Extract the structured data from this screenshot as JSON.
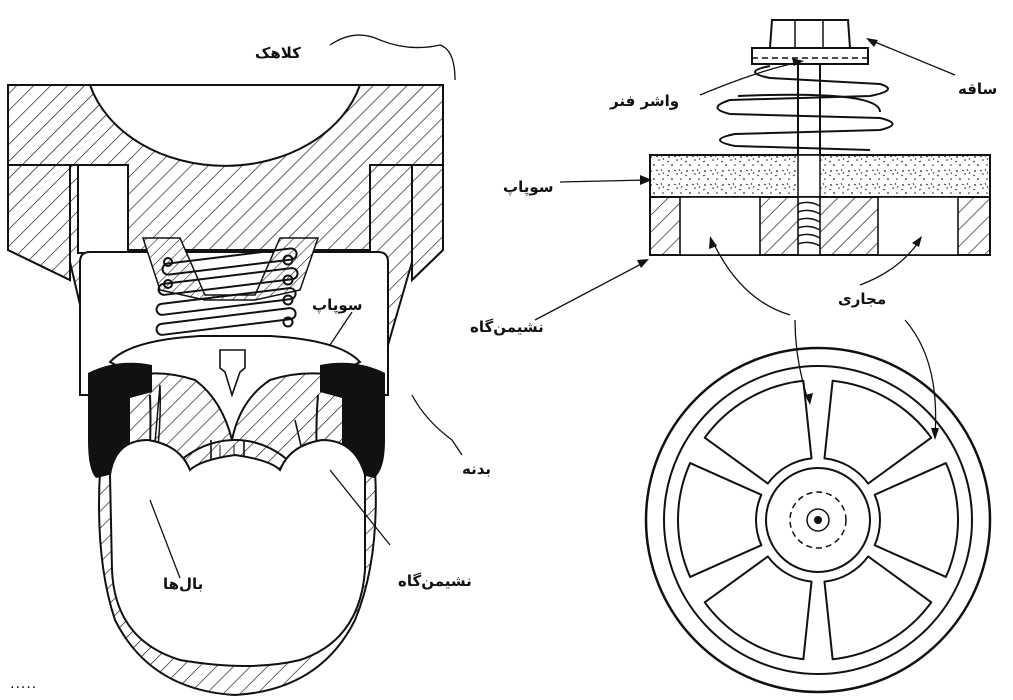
{
  "labels": {
    "cap": "کلاهک",
    "valve_left": "سوپاپ",
    "body": "بدنه",
    "wings": "بال‌ها",
    "seat_left": "نشیمن‌گاه",
    "stem": "ساقه",
    "spring_washer": "واشر فنر",
    "valve_right": "سوپاپ",
    "passages": "مجاری",
    "seat_right": "نشیمن‌گاه"
  },
  "footer_dots": "....."
}
